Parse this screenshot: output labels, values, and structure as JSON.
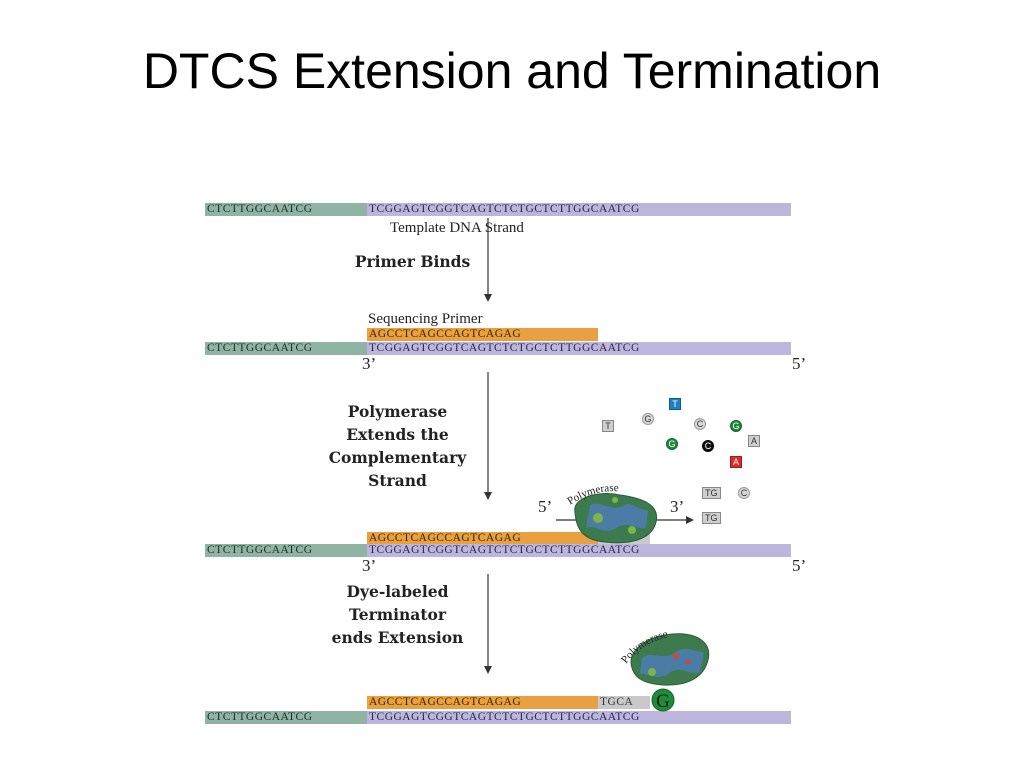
{
  "title": "DTCS Extension and Termination",
  "template": {
    "green": "CTCTTGGCAATCG",
    "purple": "TCGGAGTCGGTCAGTCTCTGCTCTTGGCAATCG",
    "label": "Template DNA Strand"
  },
  "steps": {
    "primer_binds": "Primer Binds",
    "polymerase_extends": "Polymerase\nExtends the\nComplementary\nStrand",
    "dye_terminator": "Dye-labeled\nTerminator\nends Extension"
  },
  "primer": {
    "label": "Sequencing Primer",
    "sequence": "AGCCTCAGCCAGTCAGAG"
  },
  "extension": {
    "added": "TGCA",
    "terminator": "G"
  },
  "ends": {
    "three_prime": "3’",
    "five_prime": "5’"
  },
  "polymerase": {
    "label": "Polymerase",
    "direction_start": "5’",
    "direction_end": "3’"
  },
  "free_nucleotides": {
    "T1": "T",
    "G1": "G",
    "T2": "T",
    "C1": "C",
    "G2": "G",
    "G3": "G",
    "C2": "C",
    "A1": "A",
    "A2": "A",
    "TG1": "TG",
    "C3": "C",
    "TG2": "TG"
  },
  "colors": {
    "template_green": "#8fb3a4",
    "template_purple": "#bcb6dc",
    "primer_orange": "#e8a040",
    "terminator_green": "#1f8a3a",
    "dye_blue": "#1d7fc4",
    "dye_red": "#d92b2b"
  }
}
